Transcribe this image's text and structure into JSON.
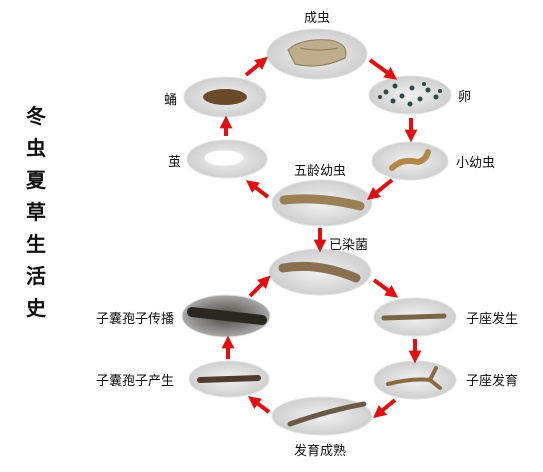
{
  "title_chars": [
    "冬",
    "虫",
    "夏",
    "草",
    "生",
    "活",
    "史"
  ],
  "stages": {
    "adult": "成虫",
    "egg": "卵",
    "young_larva": "小幼虫",
    "fifth_instar": "五龄幼虫",
    "cocoon": "茧",
    "pupa": "蛹",
    "infected": "已染菌",
    "stroma_emerge": "子座发生",
    "stroma_develop": "子座发育",
    "mature": "发育成熟",
    "ascospore_produce": "子囊孢子产生",
    "ascospore_spread": "子囊孢子传播"
  },
  "colors": {
    "arrow": "#e01010",
    "ellipse_fill": "#d8d8d8"
  }
}
